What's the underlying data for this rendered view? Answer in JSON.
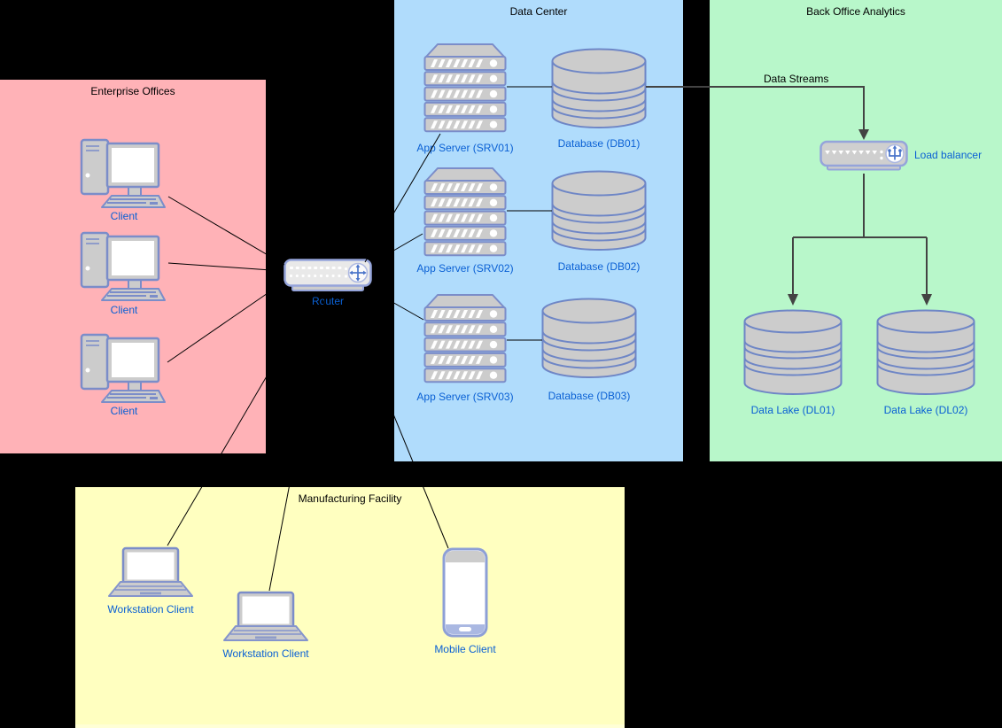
{
  "containers": {
    "enterprise_offices": {
      "title": "Enterprise Offices",
      "fill": "#ffb2b7"
    },
    "data_center": {
      "title": "Data Center",
      "fill": "#b0dcfc"
    },
    "back_office": {
      "title": "Back Office Analytics",
      "fill": "#b8f7ca"
    },
    "manufacturing": {
      "title": "Manufacturing Facility",
      "fill": "#ffffc0"
    }
  },
  "nodes": {
    "client1": {
      "label": "Client",
      "type": "desktop-client",
      "zone": "enterprise_offices"
    },
    "client2": {
      "label": "Client",
      "type": "desktop-client",
      "zone": "enterprise_offices"
    },
    "client3": {
      "label": "Client",
      "type": "desktop-client",
      "zone": "enterprise_offices"
    },
    "router": {
      "label": "Router",
      "type": "router",
      "zone": "none"
    },
    "srv01": {
      "label": "App Server (SRV01)",
      "type": "rack-server",
      "zone": "data_center"
    },
    "srv02": {
      "label": "App Server (SRV02)",
      "type": "rack-server",
      "zone": "data_center"
    },
    "srv03": {
      "label": "App Server (SRV03)",
      "type": "rack-server",
      "zone": "data_center"
    },
    "db01": {
      "label": "Database (DB01)",
      "type": "database",
      "zone": "data_center"
    },
    "db02": {
      "label": "Database (DB02)",
      "type": "database",
      "zone": "data_center"
    },
    "db03": {
      "label": "Database (DB03)",
      "type": "database",
      "zone": "data_center"
    },
    "loadbalancer": {
      "label": "Load balancer",
      "type": "load-balancer",
      "zone": "back_office"
    },
    "dl01": {
      "label": "Data Lake (DL01)",
      "type": "data-lake",
      "zone": "back_office"
    },
    "dl02": {
      "label": "Data Lake (DL02)",
      "type": "data-lake",
      "zone": "back_office"
    },
    "ws1": {
      "label": "Workstation Client",
      "type": "laptop",
      "zone": "manufacturing"
    },
    "ws2": {
      "label": "Workstation Client",
      "type": "laptop",
      "zone": "manufacturing"
    },
    "mobile": {
      "label": "Mobile Client",
      "type": "smartphone",
      "zone": "manufacturing"
    }
  },
  "edges": {
    "data_streams_label": "Data Streams",
    "connections": [
      {
        "from": "client1",
        "to": "router"
      },
      {
        "from": "client2",
        "to": "router"
      },
      {
        "from": "client3",
        "to": "router"
      },
      {
        "from": "router",
        "to": "srv01"
      },
      {
        "from": "router",
        "to": "srv02"
      },
      {
        "from": "router",
        "to": "srv03"
      },
      {
        "from": "srv01",
        "to": "db01"
      },
      {
        "from": "srv02",
        "to": "db02"
      },
      {
        "from": "srv03",
        "to": "db03"
      },
      {
        "from": "db01",
        "to": "loadbalancer",
        "label": "Data Streams",
        "arrow": true
      },
      {
        "from": "loadbalancer",
        "to": "dl01",
        "arrow": true
      },
      {
        "from": "loadbalancer",
        "to": "dl02",
        "arrow": true
      },
      {
        "from": "router",
        "to": "ws1"
      },
      {
        "from": "router",
        "to": "ws2"
      },
      {
        "from": "router",
        "to": "mobile"
      }
    ]
  },
  "colors": {
    "background": "#000000",
    "node_label_text": "#0a60d4",
    "container_title_text": "#000000",
    "thin_line": "#000000",
    "flow_line": "#434343",
    "icon_fill": "#cccccc",
    "icon_stroke": "#7b8dc9",
    "cylinder_stroke": "#6e86c6",
    "badge_glyph": "#4a74c9"
  }
}
